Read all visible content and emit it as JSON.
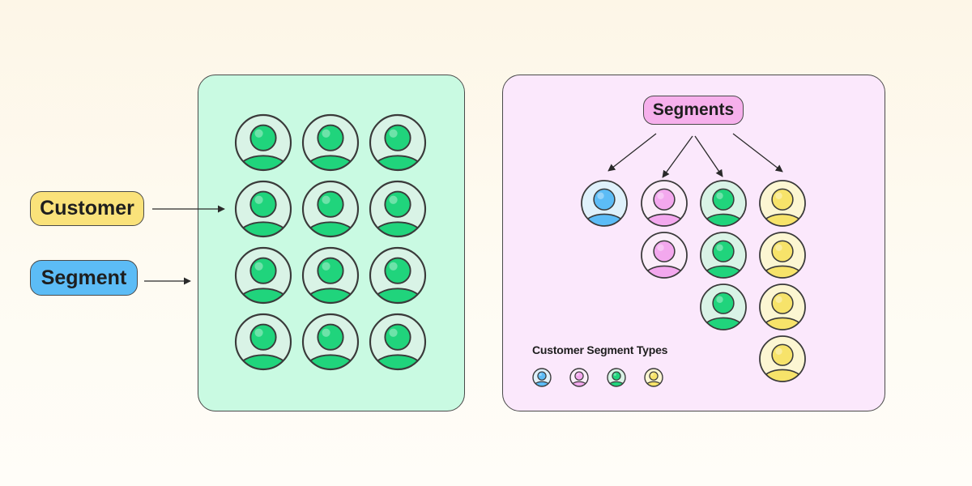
{
  "labels": {
    "customer": "Customer",
    "segment": "Segment",
    "segments": "Segments",
    "legend_title": "Customer Segment Types"
  },
  "colors": {
    "yellow_pill": "#fae27a",
    "blue_pill": "#5cbcf6",
    "pink_pill": "#f6b0ec",
    "left_panel_bg": "#c9fae2",
    "right_panel_bg": "#fbe8fc",
    "outline": "#3a3a3a",
    "green": {
      "main": "#20d47c",
      "bg": "#d9f3e6"
    },
    "blue": {
      "main": "#5cbcf6",
      "bg": "#dff1fb"
    },
    "pink": {
      "main": "#f3a8ee",
      "bg": "#fbeefa"
    },
    "yellow": {
      "main": "#f7e36a",
      "bg": "#fcf6d2"
    }
  },
  "customer_grid": {
    "rows": 4,
    "columns": 3,
    "segment_type": "green"
  },
  "segment_columns": [
    {
      "type": "blue",
      "count": 1
    },
    {
      "type": "pink",
      "count": 2
    },
    {
      "type": "green",
      "count": 3
    },
    {
      "type": "yellow",
      "count": 4
    }
  ],
  "legend": [
    "blue",
    "pink",
    "green",
    "yellow"
  ],
  "icon": "user-avatar-icon"
}
